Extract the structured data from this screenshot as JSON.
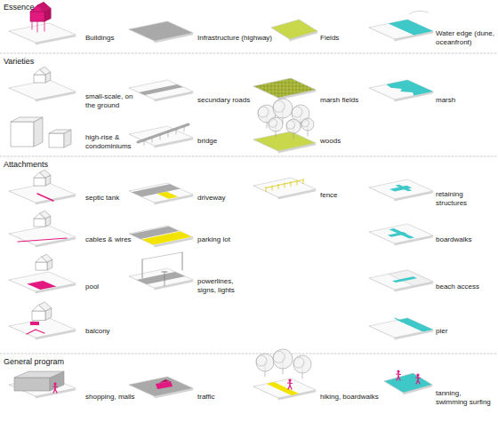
{
  "diagram": {
    "labels": [
      "Essence",
      "Buildings",
      "Infrastructure (highway)",
      "Fields",
      "Water edge (dune, oceanfront)",
      "Varieties",
      "small-scale, on the ground",
      "secundary roads",
      "marsh fields",
      "marsh",
      "high-rise & condominiums",
      "bridge",
      "woods",
      "Attachments",
      "septic tank",
      "driveway",
      "fence",
      "retaining structures",
      "cables & wires",
      "parking lot",
      "boardwalks",
      "pool",
      "powerlines, signs, lights",
      "beach access",
      "balcony",
      "pier",
      "General program",
      "shopping, malls",
      "traffic",
      "hiking, boardwalks",
      "tanning, swimming surfing"
    ]
  }
}
